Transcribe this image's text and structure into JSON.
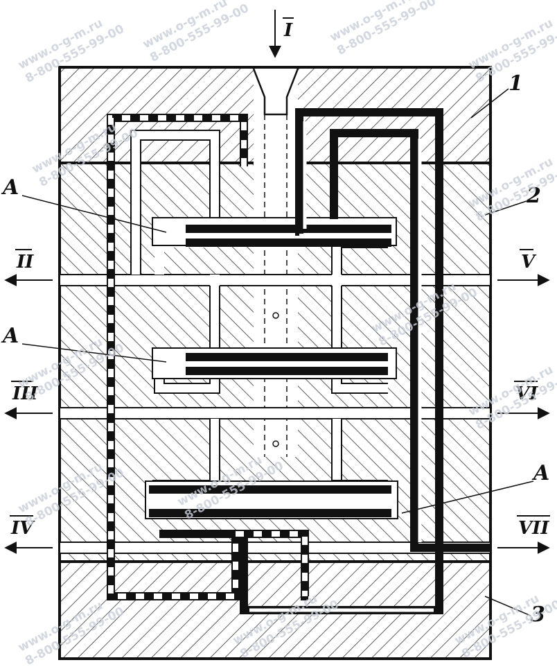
{
  "diagram": {
    "part_numbers": [
      "1",
      "2",
      "3"
    ],
    "zone_label": "A",
    "ports": {
      "inlet": "I",
      "left": [
        "II",
        "III",
        "IV"
      ],
      "right": [
        "V",
        "VI",
        "VII"
      ]
    }
  },
  "watermark": {
    "site": "www.o-g-m.ru",
    "phone": "8-800-555-99-00"
  },
  "colors": {
    "ink": "#111111",
    "hatch": "#2a2a2a",
    "paper": "#ffffff",
    "watermark": "#c9ced8"
  }
}
